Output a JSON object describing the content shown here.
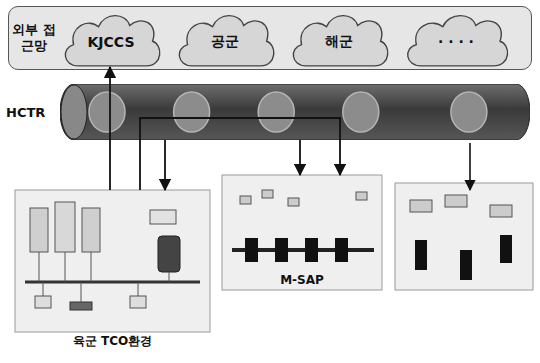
{
  "diagram": {
    "nodes": [
      {
        "text": [
          "외부 접근망"
        ]
      },
      {
        "text": [
          "KJCCS"
        ],
        "in": 0
      },
      {
        "text": [
          "공군"
        ],
        "in": 0
      },
      {
        "text": [
          "해군"
        ],
        "in": 0
      },
      {
        "text": [
          "· · · ·"
        ],
        "in": 0
      },
      {
        "text": [
          "HCTR"
        ]
      },
      {
        "text": [
          "육군 TCO환경"
        ]
      },
      {
        "text": [
          "M-SAP"
        ]
      }
    ],
    "edges": [
      {
        "from": 6,
        "to": 1,
        "arrow": "to"
      },
      {
        "from": 6,
        "to": 7,
        "arrow": "to"
      },
      {
        "from": 5,
        "to": 6,
        "arrow": "to"
      },
      {
        "from": 5,
        "to": 7,
        "arrow": "to"
      }
    ]
  }
}
